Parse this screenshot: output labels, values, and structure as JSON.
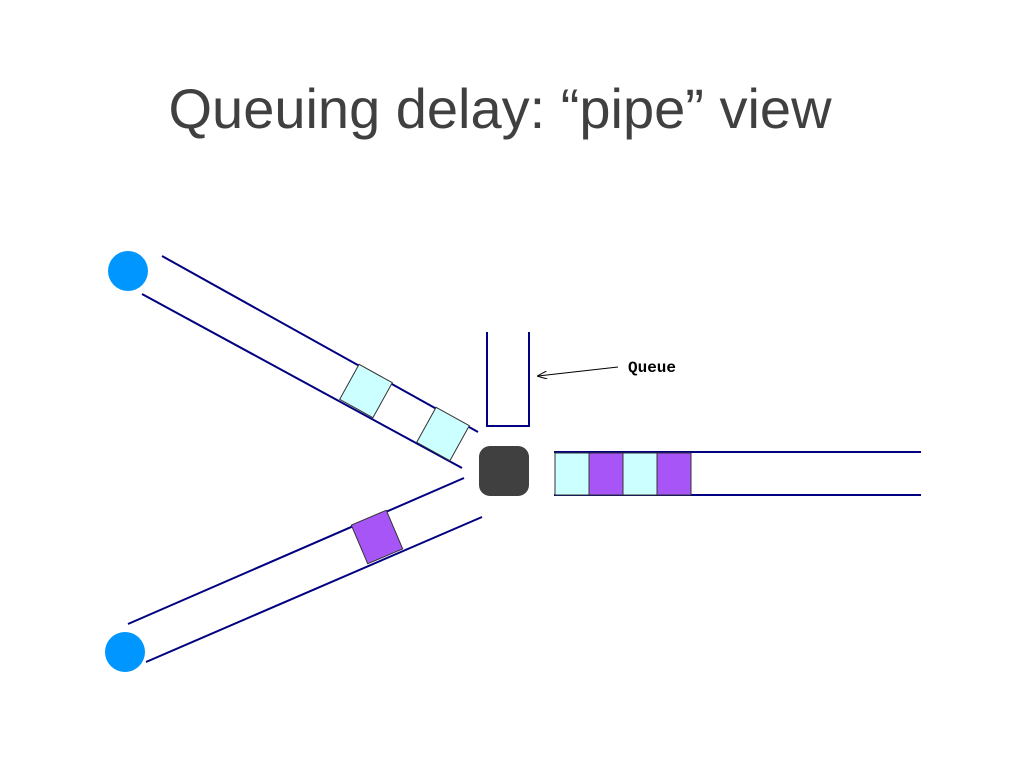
{
  "slide": {
    "title": "Queuing delay: “pipe” view"
  },
  "diagram": {
    "queue_label": "Queue",
    "colors": {
      "host": "#0096FF",
      "router": "#404040",
      "pipe": "#000080",
      "packet_light": "#CCFFFF",
      "packet_purple": "#A855F7",
      "packet_border": "#333333"
    },
    "upper_link_packets": [
      "packet_light",
      "packet_light"
    ],
    "lower_link_packets": [
      "packet_purple"
    ],
    "outgoing_link_packets": [
      "packet_light",
      "packet_purple",
      "packet_light",
      "packet_purple"
    ]
  }
}
